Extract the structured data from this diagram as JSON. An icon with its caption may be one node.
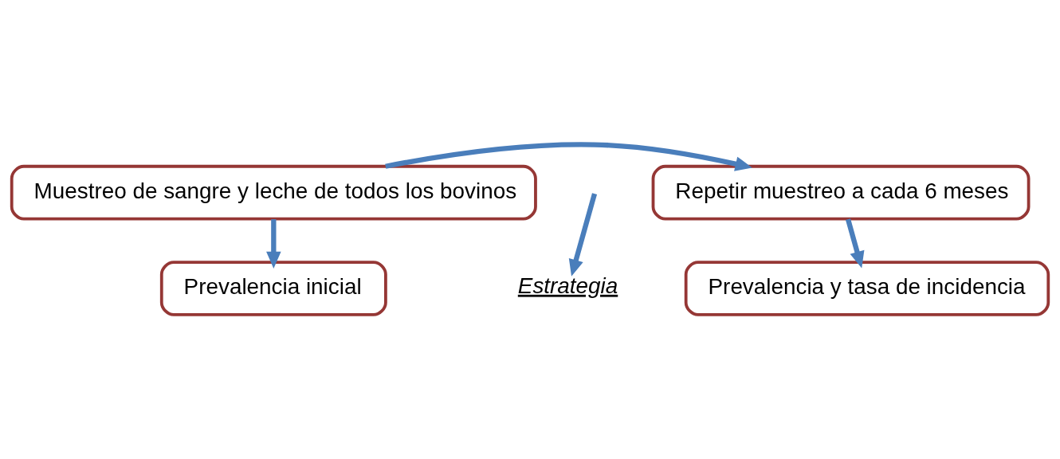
{
  "diagram": {
    "nodes": [
      {
        "text": [
          "Muestreo de sangre y leche de todos los bovinos"
        ]
      },
      {
        "text": [
          "Repetir muestreo a cada 6 meses"
        ]
      },
      {
        "text": [
          "Prevalencia inicial"
        ]
      },
      {
        "text": [
          "Prevalencia y tasa de incidencia"
        ]
      },
      {
        "text": [
          "Estrategia"
        ]
      }
    ],
    "edges": [
      {
        "from": 0,
        "to": 1,
        "arrow": "to"
      },
      {
        "from": 0,
        "to": 2,
        "arrow": "to"
      },
      {
        "from": 1,
        "to": 3,
        "arrow": "to"
      },
      {
        "from": null,
        "to": 4,
        "arrow": "to"
      }
    ]
  }
}
